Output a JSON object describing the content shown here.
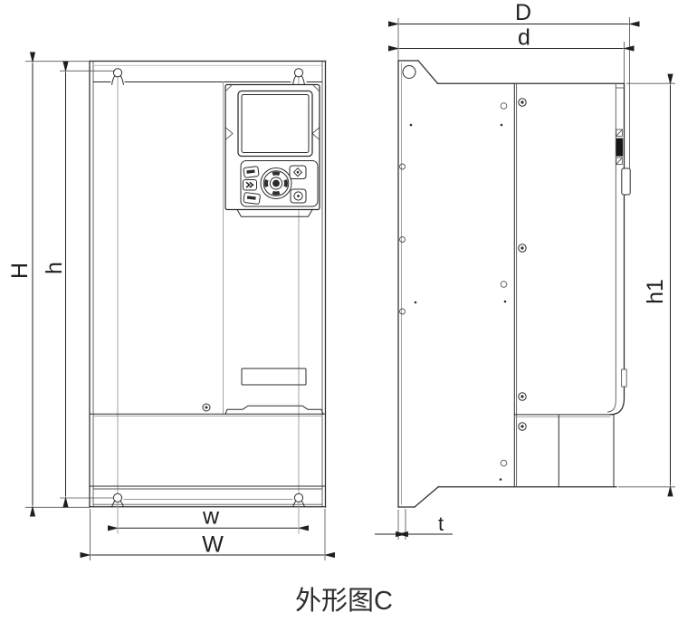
{
  "caption": "外形图C",
  "dimensions": {
    "H": "H",
    "h": "h",
    "w": "w",
    "W": "W",
    "D": "D",
    "d": "d",
    "h1": "h1",
    "t": "t"
  },
  "colors": {
    "line": "#2b2b2b",
    "light_line": "#999999",
    "background": "#ffffff",
    "connector_fill": "#161616"
  },
  "icons": {
    "keypad": [
      "display-screen",
      "prg-key",
      "shift-key",
      "enter-key",
      "run-key",
      "stop-key",
      "jog-dial"
    ],
    "fasteners": [
      "mounting-keyhole",
      "screw",
      "corner-hole",
      "panel-hole"
    ]
  }
}
